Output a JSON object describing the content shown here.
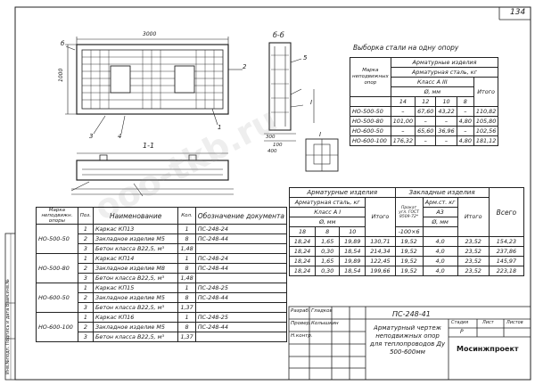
{
  "sheet": {
    "page_number": "134",
    "watermark": "ooo-tkb.ru",
    "bottom_left_vertical": "Инв.№подл.  Подпись и дата  Взам.инв.№"
  },
  "drawing": {
    "dim_top": "3000",
    "dim_left": "1000",
    "mark_b": "б",
    "mark_2": "2",
    "mark_3": "3",
    "mark_4": "4",
    "mark_1": "1",
    "mark_5": "5",
    "mark_roman": "I",
    "section_aa": "1-1",
    "section_ba": "б-б",
    "section_t": "I",
    "dim_side_1": "300",
    "dim_side_2": "100",
    "dim_side_3": "400"
  },
  "steel_table": {
    "title": "Выборка стали на одну опору",
    "h_mark": "Марка неподвижных опор",
    "h_arm": "Арматурные изделия",
    "h_steel": "Арматурная сталь, кг",
    "h_class": "Класс А III",
    "h_diam": "Ø, мм",
    "h_total": "Итого",
    "diams": [
      "14",
      "12",
      "10",
      "8"
    ],
    "rows": [
      [
        "НО-500-50",
        "–",
        "67,60",
        "43,22",
        "–",
        "110,82"
      ],
      [
        "НО-500-80",
        "101,00",
        "–",
        "–",
        "4,80",
        "105,80"
      ],
      [
        "НО-600-50",
        "–",
        "65,60",
        "36,96",
        "–",
        "102,56"
      ],
      [
        "НО-600-100",
        "176,32",
        "–",
        "–",
        "4,80",
        "181,12"
      ]
    ]
  },
  "spec_table": {
    "h_mark": "Марка неподвижн. опоры",
    "h_pos": "Поз.",
    "h_name": "Наименование",
    "h_qty": "Кол.",
    "h_doc": "Обозначение документа",
    "rows": [
      [
        "НО-500-50",
        "1",
        "Каркас КП13",
        "1",
        "ПС-248-24"
      ],
      [
        "",
        "2",
        "Закладное изделие М5",
        "8",
        "ПС-248-44"
      ],
      [
        "",
        "3",
        "Бетон класса В22,5, м³",
        "1,48",
        ""
      ],
      [
        "НО-500-80",
        "1",
        "Каркас КП14",
        "1",
        "ПС-248-24"
      ],
      [
        "",
        "2",
        "Закладное изделие М8",
        "8",
        "ПС-248-44"
      ],
      [
        "",
        "3",
        "Бетон класса В22,5, м³",
        "1,48",
        ""
      ],
      [
        "НО-600-50",
        "1",
        "Каркас КП15",
        "1",
        "ПС-248-25"
      ],
      [
        "",
        "2",
        "Закладное изделие М5",
        "8",
        "ПС-248-44"
      ],
      [
        "",
        "3",
        "Бетон класса В22,5, м³",
        "1,37",
        ""
      ],
      [
        "НО-600-100",
        "1",
        "Каркас КП16",
        "1",
        "ПС-248-25"
      ],
      [
        "",
        "2",
        "Закладное изделие М5",
        "8",
        "ПС-248-44"
      ],
      [
        "",
        "3",
        "Бетон класса В22,5, м³",
        "1,37",
        ""
      ]
    ]
  },
  "summary_table": {
    "h_arm": "Арматурные изделия",
    "h_zakl": "Закладные изделия",
    "h_steel": "Арматурная сталь, кг",
    "h_class": "Класс А I",
    "h_diam": "Ø, мм",
    "h_total": "Итого",
    "h_prokat": "Прокат угл. ГОСТ 8509-72*",
    "h_arm2": "Арм.ст. кг",
    "h_a3": "А3",
    "h_d": "Ø, мм",
    "h_l": "-100×6",
    "h_total2": "Итого",
    "h_all": "Всего",
    "d1": "18",
    "d2": "8",
    "d3": "10",
    "rows": [
      [
        "18,24",
        "1,65",
        "19,89",
        "130,71",
        "19,52",
        "4,0",
        "23,52",
        "154,23"
      ],
      [
        "18,24",
        "0,30",
        "18,54",
        "214,34",
        "19,52",
        "4,0",
        "23,52",
        "237,86"
      ],
      [
        "18,24",
        "1,65",
        "19,89",
        "122,45",
        "19,52",
        "4,0",
        "23,52",
        "145,97"
      ],
      [
        "18,24",
        "0,30",
        "18,54",
        "199,66",
        "19,52",
        "4,0",
        "23,52",
        "223,18"
      ]
    ]
  },
  "title_block": {
    "code": "ПС-248-41",
    "r1": "Разраб.",
    "r1n": "Гладков",
    "r2": "Провер.",
    "r2n": "Колышкин",
    "r3": "Н.контр.",
    "r3n": "",
    "title": "Арматурный чертеж неподвижных опор для теплопроводов Ду 500-600мм",
    "stage": "Стадия",
    "sheet": "Лист",
    "sheets": "Листов",
    "stage_v": "Р",
    "sheet_v": "",
    "org": "Мосинжпроект"
  }
}
